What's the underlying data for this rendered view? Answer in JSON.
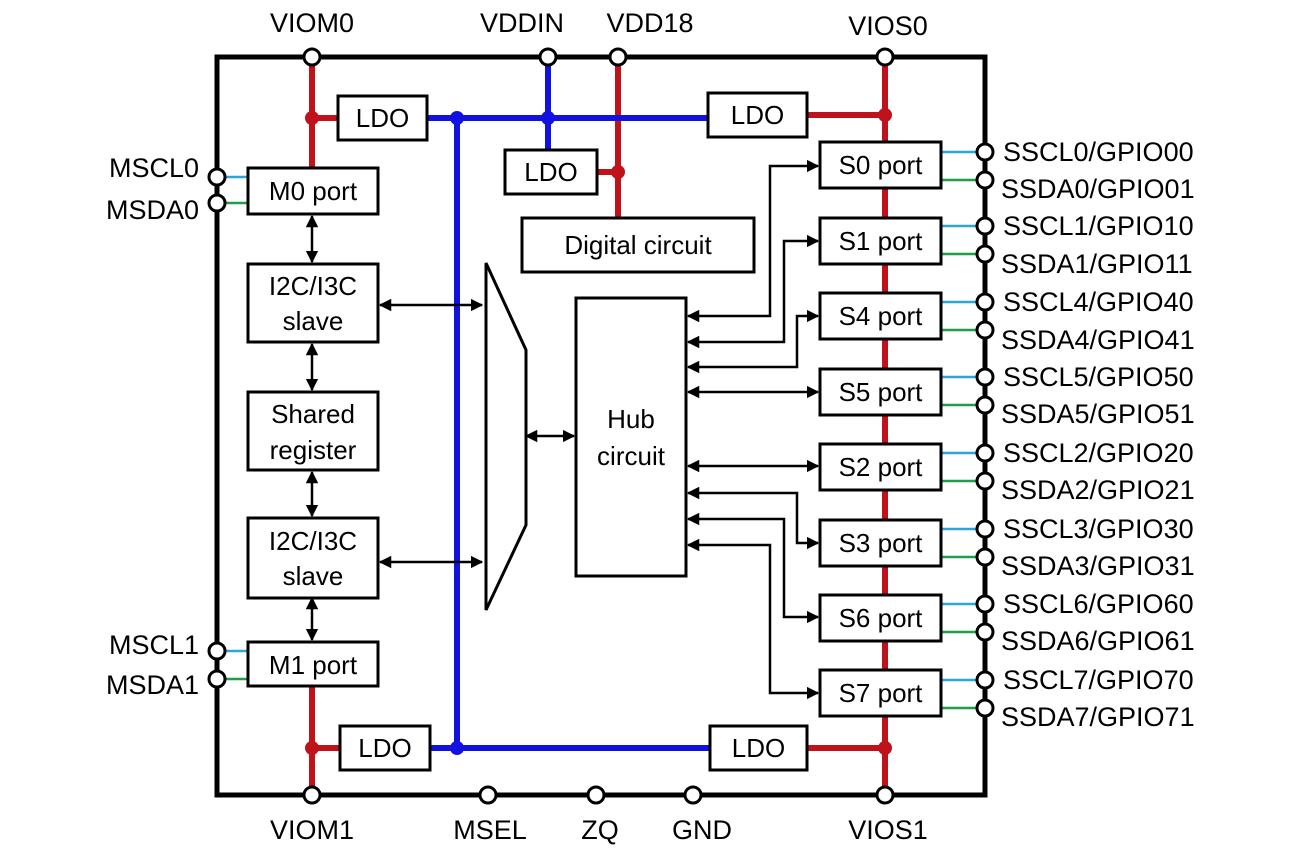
{
  "colors": {
    "power_io": "#c0121b",
    "power_core": "#1212e0",
    "scl_line": "#2aa6d8",
    "sda_line": "#1f9e4a"
  },
  "top_pins": {
    "viom0": "VIOM0",
    "vddin": "VDDIN",
    "vdd18": "VDD18",
    "vios0": "VIOS0"
  },
  "bottom_pins": {
    "viom1": "VIOM1",
    "msel": "MSEL",
    "zq": "ZQ",
    "gnd": "GND",
    "vios1": "VIOS1"
  },
  "left_pins": {
    "mscl0": "MSCL0",
    "msda0": "MSDA0",
    "mscl1": "MSCL1",
    "msda1": "MSDA1"
  },
  "blocks": {
    "ldo": "LDO",
    "m0_port": "M0 port",
    "m1_port": "M1 port",
    "i2c_i3c": "I2C/I3C",
    "slave": "slave",
    "shared": "Shared",
    "register": "register",
    "digital_circuit": "Digital circuit",
    "hub": "Hub",
    "circuit": "circuit"
  },
  "slave_ports": [
    {
      "label": "S0 port",
      "scl": "SSCL0/GPIO00",
      "sda": "SSDA0/GPIO01"
    },
    {
      "label": "S1 port",
      "scl": "SSCL1/GPIO10",
      "sda": "SSDA1/GPIO11"
    },
    {
      "label": "S4 port",
      "scl": "SSCL4/GPIO40",
      "sda": "SSDA4/GPIO41"
    },
    {
      "label": "S5 port",
      "scl": "SSCL5/GPIO50",
      "sda": "SSDA5/GPIO51"
    },
    {
      "label": "S2 port",
      "scl": "SSCL2/GPIO20",
      "sda": "SSDA2/GPIO21"
    },
    {
      "label": "S3 port",
      "scl": "SSCL3/GPIO30",
      "sda": "SSDA3/GPIO31"
    },
    {
      "label": "S6 port",
      "scl": "SSCL6/GPIO60",
      "sda": "SSDA6/GPIO61"
    },
    {
      "label": "S7 port",
      "scl": "SSCL7/GPIO70",
      "sda": "SSDA7/GPIO71"
    }
  ]
}
